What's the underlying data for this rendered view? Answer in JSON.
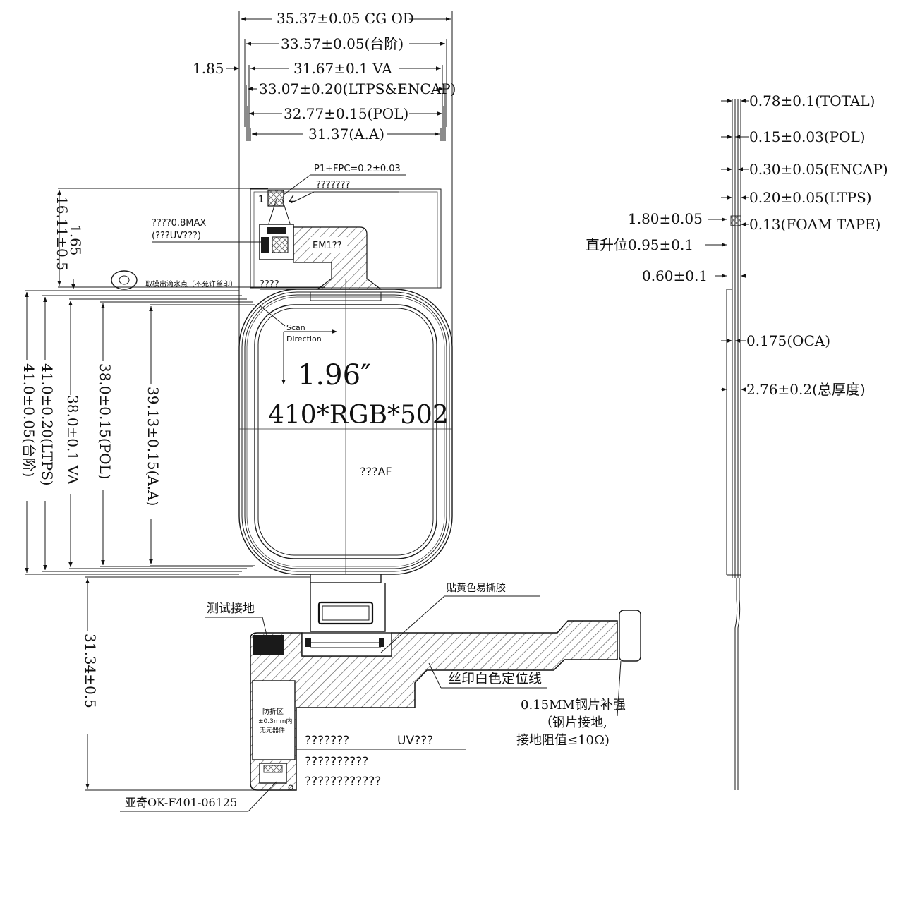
{
  "top_dims": {
    "cg_od": "35.37±0.05 CG OD",
    "step": "33.57±0.05(台阶)",
    "left_offset": "1.85",
    "va": "31.67±0.1 VA",
    "ltps_encap": "33.07±0.20(LTPS&ENCAP)",
    "pol": "32.77±0.15(POL)",
    "aa": "31.37(A.A)"
  },
  "callouts": {
    "fpc": "P1+FPC=0.2±0.03",
    "fpc_note": "???????",
    "pin_one": "1",
    "height_note": "????0.8MAX",
    "uv_note": "(???UV???)",
    "em_label": "EM1??",
    "drip_note": "取模出滴水点（不允许丝印）",
    "bend_note": "????",
    "scan_line1": "Scan",
    "scan_line2": "Direction",
    "af_note": "???AF",
    "yellow_tape": "贴黄色易撕胶",
    "test_ground": "测试接地",
    "silk_line": "丝印白色定位线",
    "stiffener_1": "0.15MM钢片补强",
    "stiffener_2": "（钢片接地,",
    "stiffener_3": "接地阻值≤10Ω)",
    "antibend_1": "防折区",
    "antibend_2": "±0.3mm内",
    "antibend_3": "无元器件",
    "note_a": "???????",
    "note_uv": "UV???",
    "note_b": "??????????",
    "note_c": "????????????",
    "connector": "亚奇OK-F401-06125"
  },
  "display": {
    "size": "1.96″",
    "resolution": "410*RGB*502"
  },
  "left_dims": {
    "d1": "16.11±0.5",
    "d2": "1.65",
    "step": "41.0±0.05(台阶)",
    "ltps": "41.0±0.20(LTPS)",
    "va": "38.0±0.1 VA",
    "pol": "38.0±0.15(POL)",
    "aa": "39.13±0.15(A.A)",
    "tail": "31.34±0.5"
  },
  "side_dims": {
    "total": "0.78±0.1(TOTAL)",
    "pol": "0.15±0.03(POL)",
    "encap": "0.30±0.05(ENCAP)",
    "ltps": "0.20±0.05(LTPS)",
    "foam_offset": "1.80±0.05",
    "foam": "0.13(FOAM TAPE)",
    "lift": "直升位0.95±0.1",
    "gap": "0.60±0.1",
    "oca": "0.175(OCA)",
    "overall": "2.76±0.2(总厚度)"
  }
}
